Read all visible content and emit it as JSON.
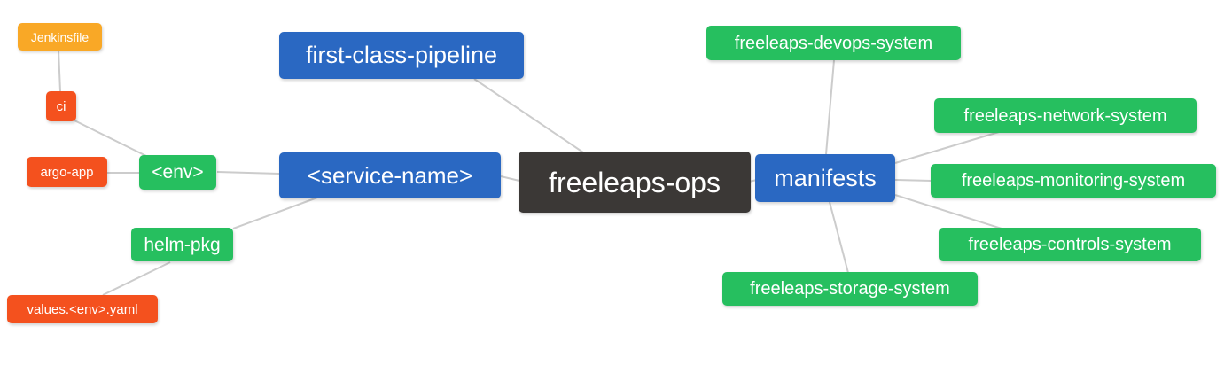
{
  "diagram": {
    "type": "mind-map",
    "root": "freeleaps-ops",
    "palette": {
      "root_bg": "#3b3836",
      "primary_bg": "#2a68c2",
      "success_bg": "#26bf5f",
      "danger_bg": "#f4511e",
      "warning_bg": "#f9a826",
      "node_text": "#ffffff",
      "edge": "#cccccc",
      "canvas_bg": "#ffffff"
    },
    "nodes": {
      "jenkinsfile": {
        "label": "Jenkinsfile",
        "color": "#f9a826"
      },
      "ci": {
        "label": "ci",
        "color": "#f4511e"
      },
      "argo_app": {
        "label": "argo-app",
        "color": "#f4511e"
      },
      "env": {
        "label": "<env>",
        "color": "#26bf5f"
      },
      "helm_pkg": {
        "label": "helm-pkg",
        "color": "#26bf5f"
      },
      "values_env_yaml": {
        "label": "values.<env>.yaml",
        "color": "#f4511e"
      },
      "first_class_pipeline": {
        "label": "first-class-pipeline",
        "color": "#2a68c2"
      },
      "service_name": {
        "label": "<service-name>",
        "color": "#2a68c2"
      },
      "freeleaps_ops": {
        "label": "freeleaps-ops",
        "color": "#3b3836"
      },
      "manifests": {
        "label": "manifests",
        "color": "#2a68c2"
      },
      "devops_system": {
        "label": "freeleaps-devops-system",
        "color": "#26bf5f"
      },
      "network_system": {
        "label": "freeleaps-network-system",
        "color": "#26bf5f"
      },
      "monitoring_system": {
        "label": "freeleaps-monitoring-system",
        "color": "#26bf5f"
      },
      "controls_system": {
        "label": "freeleaps-controls-system",
        "color": "#26bf5f"
      },
      "storage_system": {
        "label": "freeleaps-storage-system",
        "color": "#26bf5f"
      }
    },
    "edges": [
      [
        "Jenkinsfile",
        "ci"
      ],
      [
        "ci",
        "<env>"
      ],
      [
        "argo-app",
        "<env>"
      ],
      [
        "<env>",
        "<service-name>"
      ],
      [
        "helm-pkg",
        "<service-name>"
      ],
      [
        "values.<env>.yaml",
        "helm-pkg"
      ],
      [
        "first-class-pipeline",
        "freeleaps-ops"
      ],
      [
        "<service-name>",
        "freeleaps-ops"
      ],
      [
        "freeleaps-ops",
        "manifests"
      ],
      [
        "manifests",
        "freeleaps-devops-system"
      ],
      [
        "manifests",
        "freeleaps-network-system"
      ],
      [
        "manifests",
        "freeleaps-monitoring-system"
      ],
      [
        "manifests",
        "freeleaps-controls-system"
      ],
      [
        "manifests",
        "freeleaps-storage-system"
      ]
    ]
  }
}
